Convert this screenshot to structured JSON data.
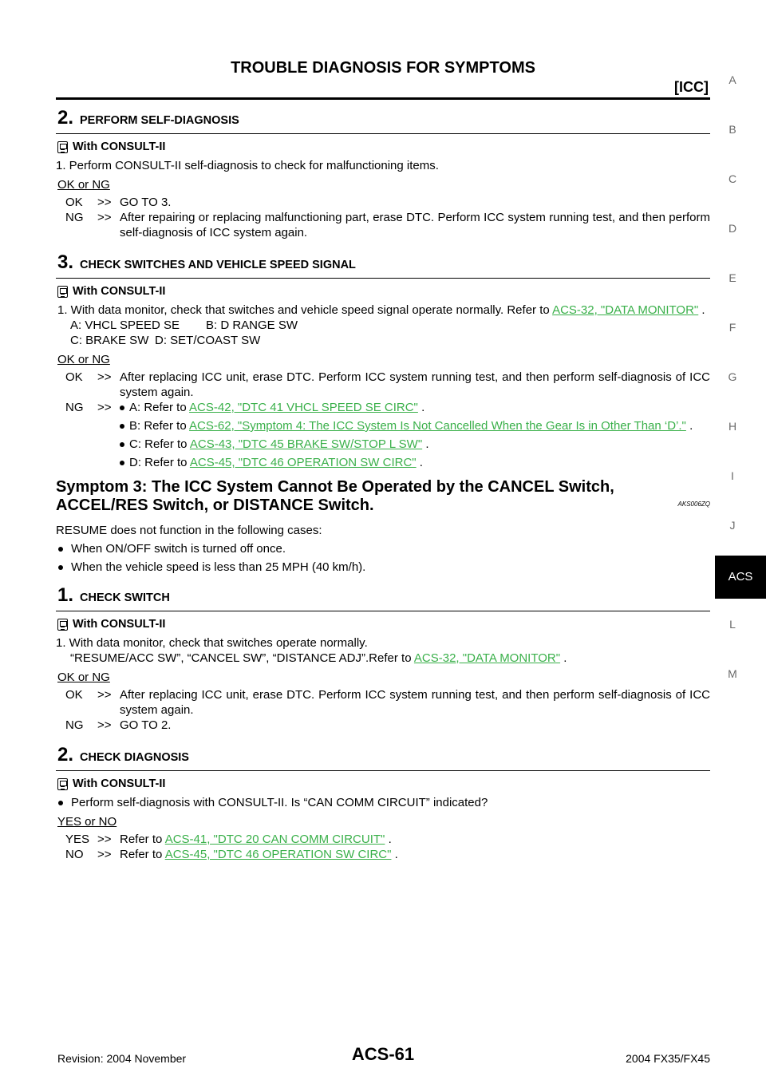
{
  "header": {
    "title": "TROUBLE DIAGNOSIS FOR SYMPTOMS",
    "section": "[ICC]"
  },
  "side_index": {
    "letters": [
      "A",
      "B",
      "C",
      "D",
      "E",
      "F",
      "G",
      "H",
      "I",
      "J",
      "ACS",
      "L",
      "M"
    ],
    "active": "ACS"
  },
  "step2_self_diag": {
    "number": "2.",
    "title": "PERFORM SELF-DIAGNOSIS",
    "consult": "With CONSULT-II",
    "instruction": "1. Perform CONSULT-II self-diagnosis to check for malfunctioning items.",
    "okng": "OK or NG",
    "ok_code": "OK",
    "ok_arrow": ">>",
    "ok_text": "GO TO 3.",
    "ng_code": "NG",
    "ng_arrow": ">>",
    "ng_text": "After repairing or replacing malfunctioning part, erase DTC. Perform ICC system running test, and then perform self-diagnosis of ICC system again."
  },
  "step3_switches": {
    "number": "3.",
    "title": "CHECK SWITCHES AND VEHICLE SPEED SIGNAL",
    "consult": "With CONSULT-II",
    "instruction": "1. With data monitor, check that switches and vehicle speed signal operate normally. Refer to",
    "instruction_link": "ACS-32, \"DATA MONITOR\"",
    "instruction_end": ".",
    "item_a": "A: VHCL SPEED SE",
    "item_b": "B: D RANGE SW",
    "item_c": "C: BRAKE SW",
    "item_d": "D: SET/COAST SW",
    "okng": "OK or NG",
    "ok_code": "OK",
    "ok_arrow": ">>",
    "ok_text": "After replacing ICC unit, erase DTC. Perform ICC system running test, and then perform self-diagnosis of ICC system again.",
    "ng_code": "NG",
    "ng_arrow": ">>",
    "ng_items": [
      {
        "prefix": "A: Refer to",
        "link": "ACS-42, \"DTC 41 VHCL SPEED SE CIRC\"",
        "suffix": "."
      },
      {
        "prefix": "B: Refer to",
        "link": "ACS-62, \"Symptom 4: The ICC System Is Not Cancelled When the Gear Is in Other Than ‘D’.\"",
        "suffix": "."
      },
      {
        "prefix": "C: Refer to",
        "link": "ACS-43, \"DTC 45 BRAKE SW/STOP L SW\"",
        "suffix": "."
      },
      {
        "prefix": "D: Refer to",
        "link": "ACS-45, \"DTC 46 OPERATION SW CIRC\"",
        "suffix": "."
      }
    ]
  },
  "symptom3": {
    "title": "Symptom 3: The ICC System Cannot Be Operated by the CANCEL Switch, ACCEL/RES Switch, or DISTANCE Switch.",
    "code": "AKS006ZQ",
    "intro": "RESUME does not function in the following cases:",
    "bullets": [
      "When ON/OFF switch is turned off once.",
      "When the vehicle speed is less than 25 MPH (40 km/h)."
    ]
  },
  "step1_check_switch": {
    "number": "1.",
    "title": "CHECK SWITCH",
    "consult": "With CONSULT-II",
    "instruction": "1. With data monitor, check that switches operate normally.",
    "instruction2": "“RESUME/ACC SW”, “CANCEL SW”, “DISTANCE ADJ”.Refer to",
    "instruction2_link": "ACS-32, \"DATA MONITOR\"",
    "instruction2_end": ".",
    "okng": "OK or NG",
    "ok_code": "OK",
    "ok_arrow": ">>",
    "ok_text": "After replacing ICC unit, erase DTC. Perform ICC system running test, and then perform self-diagnosis of ICC system again.",
    "ng_code": "NG",
    "ng_arrow": ">>",
    "ng_text": "GO TO 2."
  },
  "step2_check_diag": {
    "number": "2.",
    "title": "CHECK DIAGNOSIS",
    "consult": "With CONSULT-II",
    "bullet": "Perform self-diagnosis with CONSULT-II. Is “CAN COMM CIRCUIT” indicated?",
    "yesno": "YES or NO",
    "yes_code": "YES",
    "yes_arrow": ">>",
    "yes_prefix": "Refer to",
    "yes_link": "ACS-41, \"DTC 20 CAN COMM CIRCUIT\"",
    "yes_suffix": ".",
    "no_code": "NO",
    "no_arrow": ">>",
    "no_prefix": "Refer to",
    "no_link": "ACS-45, \"DTC 46 OPERATION SW CIRC\"",
    "no_suffix": "."
  },
  "footer": {
    "revision": "Revision: 2004 November",
    "page": "ACS-61",
    "model": "2004 FX35/FX45"
  },
  "colors": {
    "link": "#3ab04a",
    "accent": "#000000"
  }
}
